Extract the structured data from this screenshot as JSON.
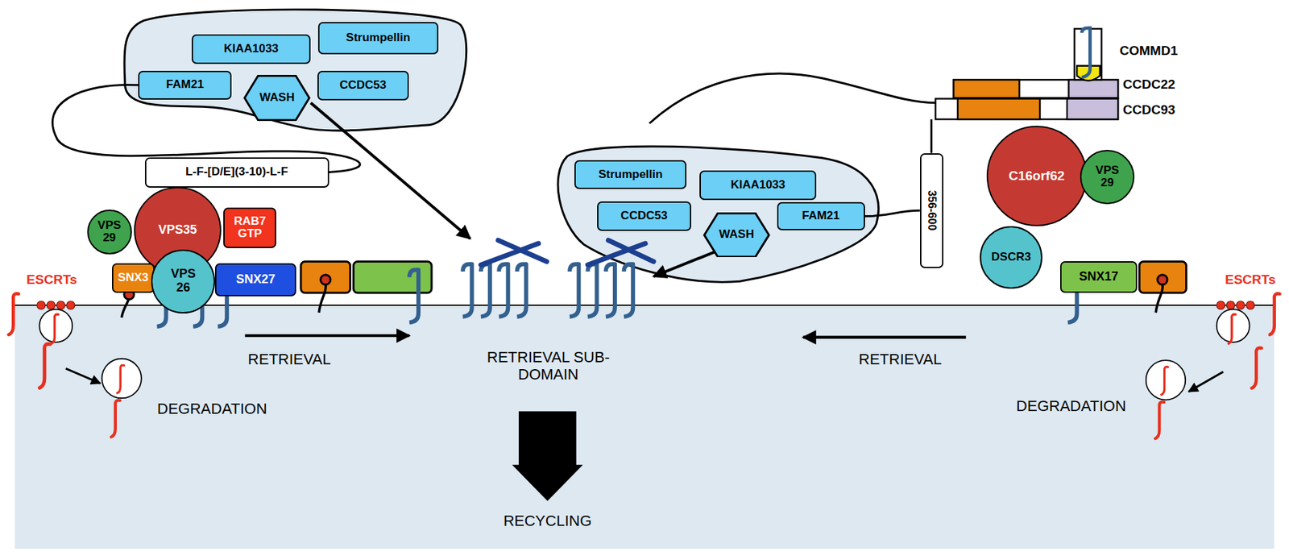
{
  "diagram": {
    "nodes": [
      {
        "text": [
          "KIAA1033"
        ]
      },
      {
        "text": [
          "Strumpellin"
        ]
      },
      {
        "text": [
          "FAM21"
        ]
      },
      {
        "text": [
          "WASH"
        ]
      },
      {
        "text": [
          "CCDC53"
        ]
      },
      {
        "text": [
          "L-F-[D/E](3-10)-L-F"
        ]
      },
      {
        "text": [
          "VPS 29"
        ]
      },
      {
        "text": [
          "VPS35"
        ]
      },
      {
        "text": [
          "RAB7 GTP"
        ]
      },
      {
        "text": [
          "SNX3"
        ]
      },
      {
        "text": [
          "VPS 26"
        ]
      },
      {
        "text": [
          "SNX27"
        ]
      },
      {
        "text": [
          "Strumpellin"
        ]
      },
      {
        "text": [
          "KIAA1033"
        ]
      },
      {
        "text": [
          "CCDC53"
        ]
      },
      {
        "text": [
          "WASH"
        ]
      },
      {
        "text": [
          "FAM21"
        ]
      },
      {
        "text": [
          "356-600"
        ]
      },
      {
        "text": [
          "C16orf62"
        ]
      },
      {
        "text": [
          "VPS 29"
        ]
      },
      {
        "text": [
          "DSCR3"
        ]
      },
      {
        "text": [
          "SNX17"
        ]
      }
    ],
    "edges": [
      {
        "from": 2,
        "to": 5,
        "arrow": "none"
      },
      {
        "from": 16,
        "to": 17,
        "arrow": "none"
      }
    ],
    "labels": [
      "ESCRTs",
      "ESCRTs",
      "RETRIEVAL",
      "RETRIEVAL SUB-DOMAIN",
      "RETRIEVAL",
      "DEGRADATION",
      "DEGRADATION",
      "RECYCLING",
      "COMMD1",
      "CCDC22",
      "CCDC93"
    ]
  }
}
